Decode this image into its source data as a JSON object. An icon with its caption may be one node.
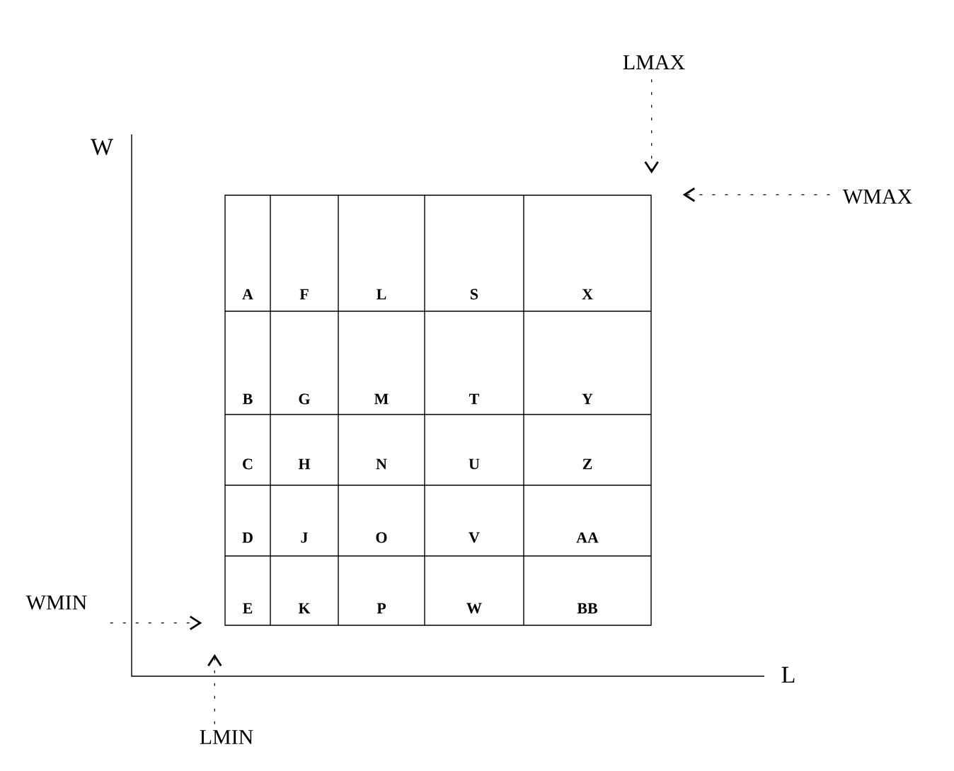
{
  "diagram": {
    "nodes": [
      {
        "text": [],
        "shape": "box"
      },
      {
        "text": [
          "LMAX"
        ]
      },
      {
        "text": [
          "WMAX"
        ]
      },
      {
        "text": [
          "WMIN"
        ]
      },
      {
        "text": [
          "LMIN"
        ]
      }
    ],
    "edges": [
      {
        "from": 1,
        "to": 0,
        "arrow": "to",
        "style": "dashed"
      },
      {
        "from": 2,
        "to": 0,
        "arrow": "to",
        "style": "dashed"
      },
      {
        "from": 3,
        "to": 0,
        "arrow": "to",
        "style": "dashed"
      },
      {
        "from": 4,
        "to": 0,
        "arrow": "to",
        "style": "dashed"
      }
    ],
    "labels": [
      "W",
      "A",
      "F",
      "L",
      "S",
      "X",
      "B",
      "G",
      "M",
      "T",
      "Y",
      "C",
      "H",
      "N",
      "U",
      "Z",
      "D",
      "J",
      "O",
      "V",
      "AA",
      "E",
      "K",
      "P",
      "W",
      "BB",
      "L"
    ]
  }
}
